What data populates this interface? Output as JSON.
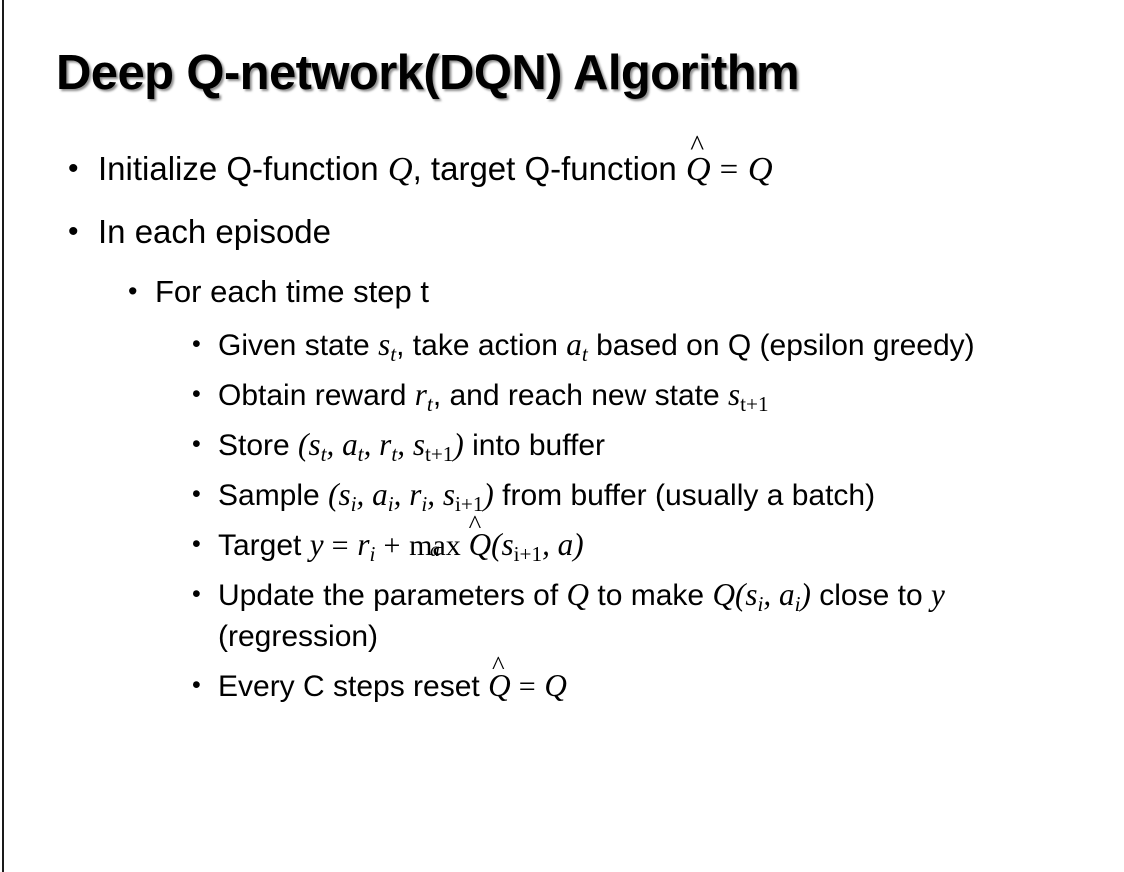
{
  "slide": {
    "title": "Deep Q-network(DQN) Algorithm",
    "background_color": "#ffffff",
    "text_color": "#000000",
    "edge_rule_color": "#1a1a1a"
  },
  "bullets": {
    "l1_initialize": {
      "level": 1,
      "marker": "•",
      "text_plain": "Initialize Q-function Q, target Q-function Q̂ = Q",
      "segments": {
        "lead": "Initialize Q-function ",
        "var_q": "Q",
        "mid": ", target Q-function ",
        "var_qhat": "Q",
        "hat": "^",
        "equals": "=",
        "var_q2": "Q"
      }
    },
    "l1_in_each_episode": {
      "level": 1,
      "marker": "•",
      "text_plain": "In each episode"
    },
    "l2_for_each_time_step": {
      "level": 2,
      "marker": "•",
      "text_plain": "For each time step t"
    },
    "l3_given_state": {
      "level": 3,
      "marker": "•",
      "text_plain": "Given state s_t, take action a_t based on Q (epsilon greedy)",
      "segments": {
        "lead": "Given state ",
        "var_s": "s",
        "sub_t": "t",
        "mid": ", take action ",
        "var_a": "a",
        "sub_t2": "t",
        "tail": " based on Q (epsilon greedy)"
      }
    },
    "l3_obtain_reward": {
      "level": 3,
      "marker": "•",
      "text_plain": "Obtain reward r_t, and reach new state s_{t+1}",
      "segments": {
        "lead": "Obtain reward ",
        "var_r": "r",
        "sub_t": "t",
        "mid": ", and reach new state ",
        "var_s": "s",
        "sub_t1": "t+1"
      }
    },
    "l3_store": {
      "level": 3,
      "marker": "•",
      "text_plain": "Store (s_t, a_t, r_t, s_{t+1}) into buffer",
      "segments": {
        "lead": "Store ",
        "paren_open": "(",
        "var_s": "s",
        "sub_t": "t",
        "comma1": ", ",
        "var_a": "a",
        "sub_t2": "t",
        "comma2": ", ",
        "var_r": "r",
        "sub_t3": "t",
        "comma3": ", ",
        "var_s2": "s",
        "sub_t4": "t+1",
        "paren_close": ")",
        "tail": " into buffer"
      }
    },
    "l3_sample": {
      "level": 3,
      "marker": "•",
      "text_plain": "Sample (s_i, a_i, r_i, s_{i+1}) from buffer (usually a batch)",
      "segments": {
        "lead": "Sample ",
        "paren_open": "(",
        "var_s": "s",
        "sub_i": "i",
        "comma1": ", ",
        "var_a": "a",
        "sub_i2": "i",
        "comma2": ", ",
        "var_r": "r",
        "sub_i3": "i",
        "comma3": ", ",
        "var_s2": "s",
        "sub_i4": "i+1",
        "paren_close": ")",
        "tail": " from buffer (usually a batch)"
      }
    },
    "l3_target": {
      "level": 3,
      "marker": "•",
      "text_plain": "Target y = r_i + max_a Q̂(s_{i+1}, a)",
      "segments": {
        "lead": "Target ",
        "var_y": "y",
        "equals": "=",
        "var_r": "r",
        "sub_i": "i",
        "plus": "+",
        "operator": "max",
        "operator_sub": "a",
        "var_qhat": "Q",
        "hat": "^",
        "paren_open": "(",
        "var_s": "s",
        "sub_i1": "i+1",
        "comma": ", ",
        "var_a": "a",
        "paren_close": ")"
      }
    },
    "l3_update": {
      "level": 3,
      "marker": "•",
      "text_plain": "Update the parameters of Q to make Q(s_i, a_i) close to y (regression)",
      "segments": {
        "lead": "Update the parameters of ",
        "var_q": "Q",
        "mid": " to make ",
        "var_q2": "Q",
        "paren_open": "(",
        "var_s": "s",
        "sub_i": "i",
        "comma": ", ",
        "var_a": "a",
        "sub_i2": "i",
        "paren_close": ")",
        "tail": " close to ",
        "var_y": "y",
        "tail2": " (regression)"
      }
    },
    "l3_every_c_steps": {
      "level": 3,
      "marker": "•",
      "text_plain": "Every C steps reset Q̂ = Q",
      "segments": {
        "lead": "Every C steps reset ",
        "var_qhat": "Q",
        "hat": "^",
        "equals": "=",
        "var_q": "Q"
      }
    }
  }
}
